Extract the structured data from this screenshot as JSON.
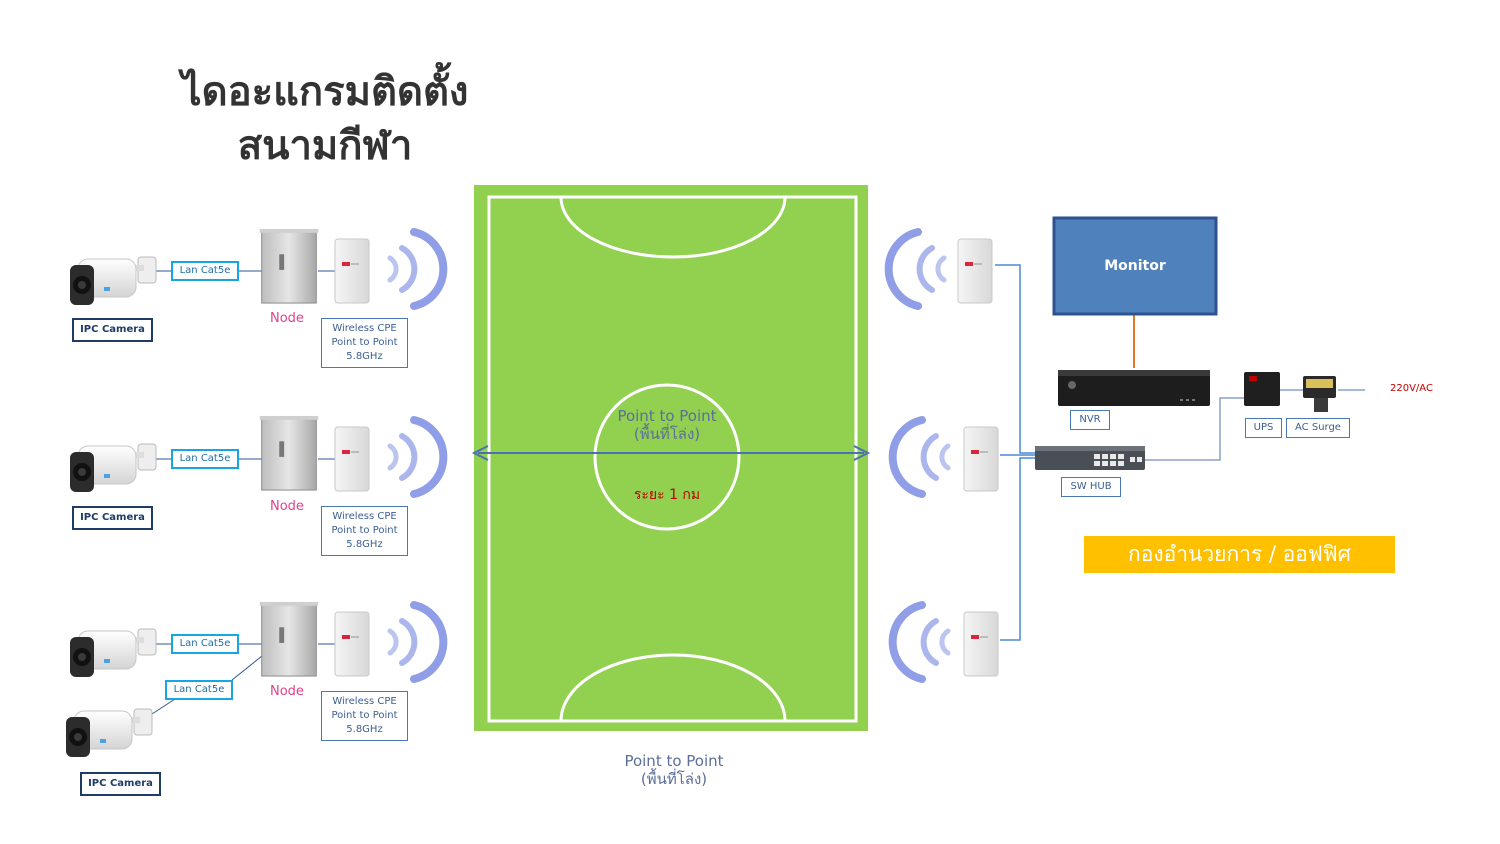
{
  "title": {
    "line1": "ไดอะแกรมติดตั้ง",
    "line2": "สนามกีฬา"
  },
  "left_sites": [
    {
      "camera_label": "IPC Camera",
      "lan_label": "Lan Cat5e",
      "node_label": "Node",
      "cpe_line1": "Wireless  CPE",
      "cpe_line2": "Point to Point",
      "cpe_line3": "5.8GHz"
    },
    {
      "camera_label": "IPC Camera",
      "lan_label": "Lan Cat5e",
      "node_label": "Node",
      "cpe_line1": "Wireless  CPE",
      "cpe_line2": "Point to Point",
      "cpe_line3": "5.8GHz"
    },
    {
      "camera_label": "IPC Camera",
      "lan_label": "Lan Cat5e",
      "lan_label_2": "Lan Cat5e",
      "node_label": "Node",
      "cpe_line1": "Wireless  CPE",
      "cpe_line2": "Point to Point",
      "cpe_line3": "5.8GHz"
    }
  ],
  "field": {
    "ptp_center": "Point  to  Point",
    "ptp_center_sub": "(พื้นที่โล่ง)",
    "distance": "ระยะ 1 กม",
    "ptp_bottom": "Point  to  Point",
    "ptp_bottom_sub": "(พื้นที่โล่ง)"
  },
  "office": {
    "monitor_label": "Monitor",
    "nvr_label": "NVR",
    "sw_hub_label": "SW HUB",
    "ups_label": "UPS",
    "ac_surge_label": "AC Surge",
    "power_label": "220V/AC",
    "office_banner": "กองอำนวยการ / ออฟฟิศ"
  },
  "colors": {
    "field_green": "#92d050",
    "banner_yellow": "#ffc000",
    "monitor_blue": "#4f81bd",
    "link_blue": "#4472c4",
    "power_red": "#c00000"
  }
}
